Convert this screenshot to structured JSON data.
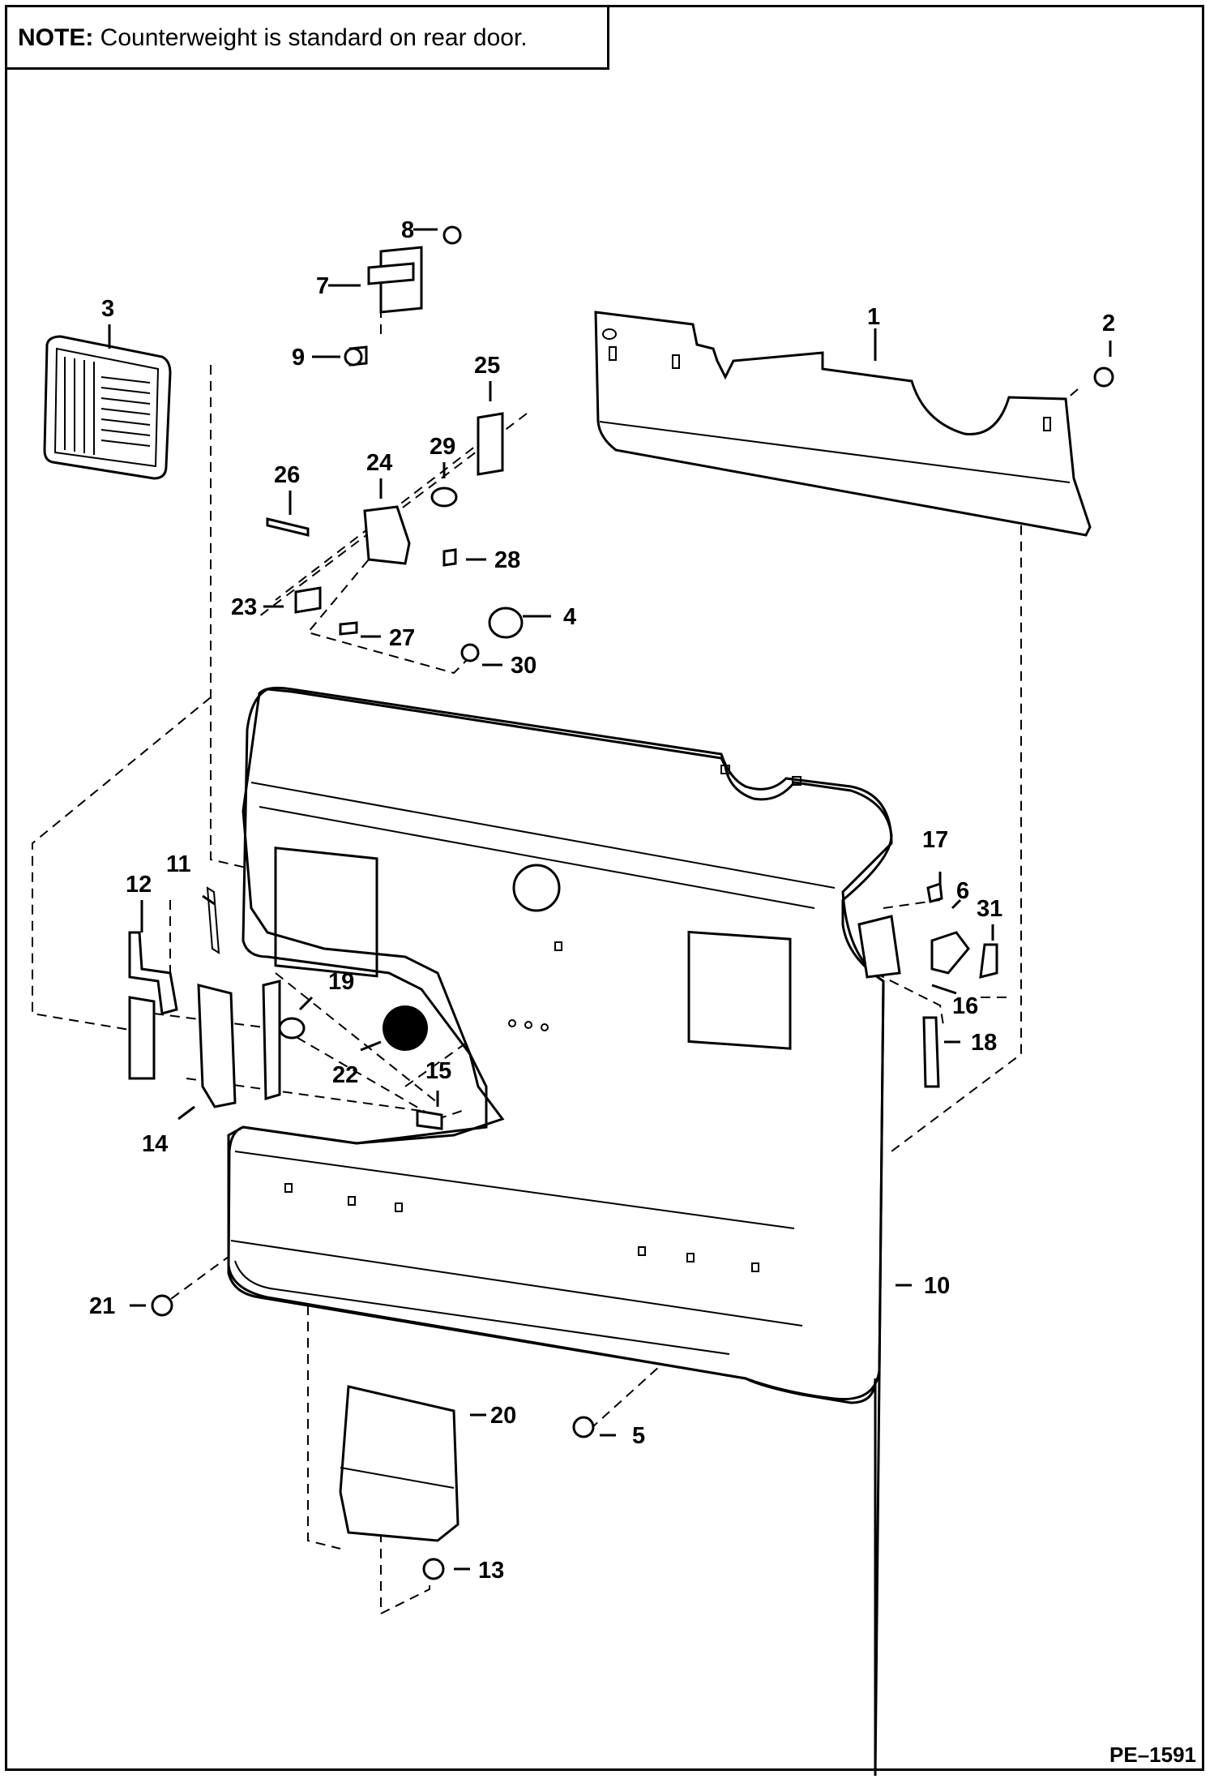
{
  "note": {
    "prefix": "NOTE:",
    "text": " Counterweight is standard on rear door."
  },
  "drawing_code": "PE–1591",
  "callouts": [
    {
      "id": "p1",
      "label": "1"
    },
    {
      "id": "p2",
      "label": "2"
    },
    {
      "id": "p3",
      "label": "3"
    },
    {
      "id": "p4",
      "label": "4"
    },
    {
      "id": "p5",
      "label": "5"
    },
    {
      "id": "p6",
      "label": "6"
    },
    {
      "id": "p7",
      "label": "7"
    },
    {
      "id": "p8",
      "label": "8"
    },
    {
      "id": "p9",
      "label": "9"
    },
    {
      "id": "p10",
      "label": "10"
    },
    {
      "id": "p11",
      "label": "11"
    },
    {
      "id": "p12",
      "label": "12"
    },
    {
      "id": "p13",
      "label": "13"
    },
    {
      "id": "p14",
      "label": "14"
    },
    {
      "id": "p15",
      "label": "15"
    },
    {
      "id": "p16",
      "label": "16"
    },
    {
      "id": "p17",
      "label": "17"
    },
    {
      "id": "p18",
      "label": "18"
    },
    {
      "id": "p19",
      "label": "19"
    },
    {
      "id": "p20",
      "label": "20"
    },
    {
      "id": "p21",
      "label": "21"
    },
    {
      "id": "p22",
      "label": "22"
    },
    {
      "id": "p23",
      "label": "23"
    },
    {
      "id": "p24",
      "label": "24"
    },
    {
      "id": "p25",
      "label": "25"
    },
    {
      "id": "p26",
      "label": "26"
    },
    {
      "id": "p27",
      "label": "27"
    },
    {
      "id": "p28",
      "label": "28"
    },
    {
      "id": "p29",
      "label": "29"
    },
    {
      "id": "p30",
      "label": "30"
    },
    {
      "id": "p31",
      "label": "31"
    }
  ]
}
